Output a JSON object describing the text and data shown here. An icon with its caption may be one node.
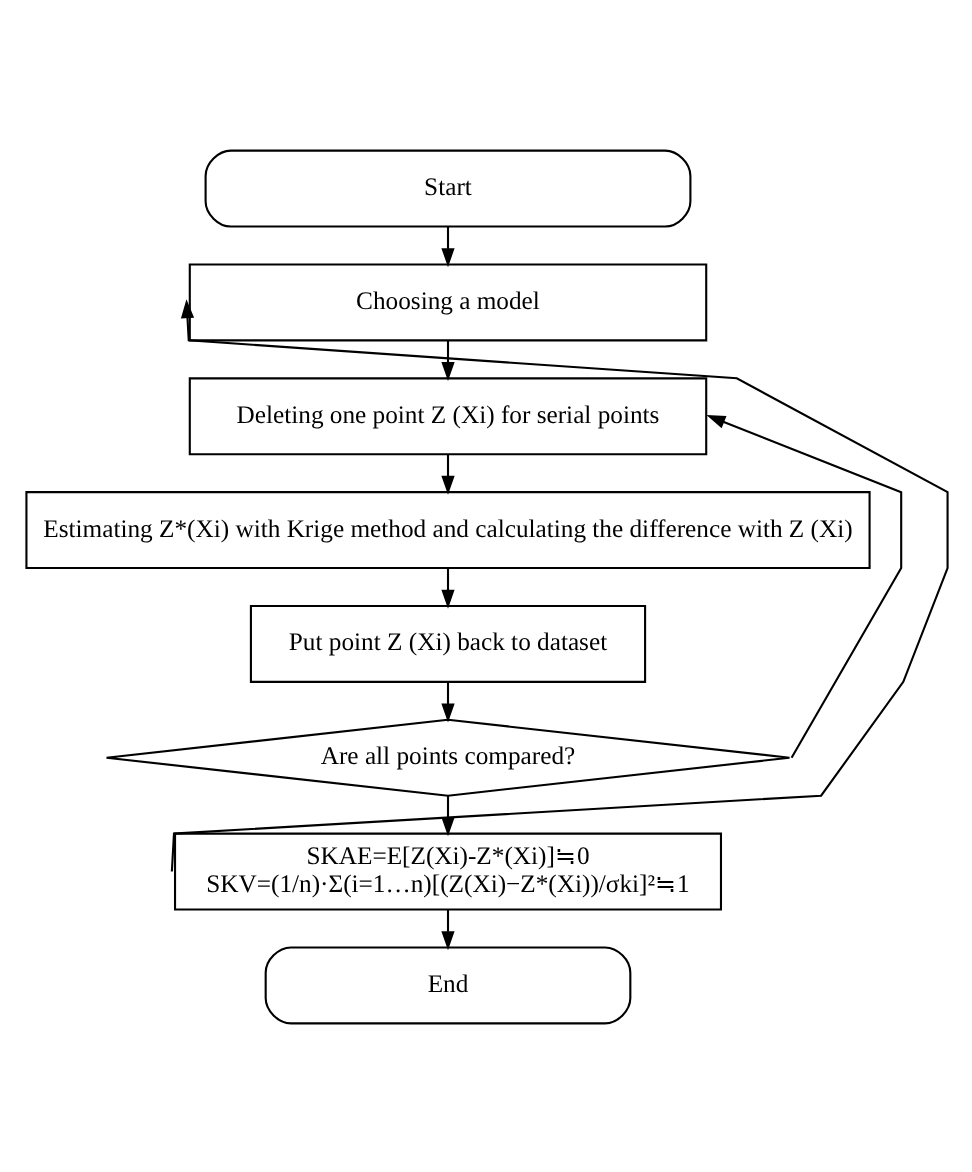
{
  "diagram": {
    "nodes": [
      {
        "text": [
          "Start"
        ]
      },
      {
        "text": [
          "Choosing a model"
        ]
      },
      {
        "text": [
          "Deleting one point Z (Xi) for serial points"
        ]
      },
      {
        "text": [
          "Estimating Z*(Xi) with Krige method and calculating the difference with Z (Xi)"
        ]
      },
      {
        "text": [
          "Put point Z (Xi) back to dataset"
        ]
      },
      {
        "text": [
          "Are all points compared?"
        ]
      },
      {
        "text": [
          "SKAE=E[Z(Xi)-Z*(Xi)]≒0",
          "SKV=(1/n)·Σ(i=1…n)[(Z(Xi)−Z*(Xi))/σki]²≒1"
        ]
      },
      {
        "text": [
          "End"
        ]
      }
    ],
    "edges": [
      {
        "from": 0,
        "to": 1,
        "arrow": "to"
      },
      {
        "from": 1,
        "to": 2,
        "arrow": "to"
      },
      {
        "from": 2,
        "to": 3,
        "arrow": "to"
      },
      {
        "from": 3,
        "to": 4,
        "arrow": "to"
      },
      {
        "from": 4,
        "to": 5,
        "arrow": "to"
      },
      {
        "from": 5,
        "to": 6,
        "arrow": "to"
      },
      {
        "from": 6,
        "to": 7,
        "arrow": "to"
      },
      {
        "from": 5,
        "to": 2,
        "arrow": "to"
      },
      {
        "from": 6,
        "to": 1,
        "arrow": "to"
      }
    ]
  }
}
